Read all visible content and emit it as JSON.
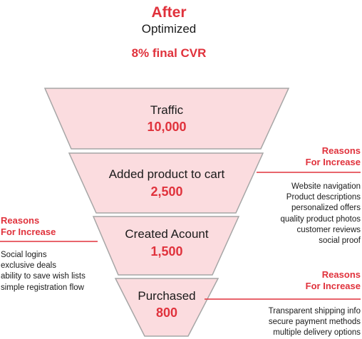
{
  "header": {
    "title": "After",
    "subtitle": "Optimized",
    "cvr": "8% final CVR"
  },
  "colors": {
    "accent": "#e0323c",
    "funnel_fill": "#fbdcdf",
    "funnel_stroke": "#a6a6a6",
    "text": "#1a1a1a"
  },
  "stages": [
    {
      "label": "Traffic",
      "value": "10,000"
    },
    {
      "label": "Added product to cart",
      "value": "2,500"
    },
    {
      "label": "Created Acount",
      "value": "1,500"
    },
    {
      "label": "Purchased",
      "value": "800"
    }
  ],
  "reasons": [
    {
      "heading_line1": "Reasons",
      "heading_line2": "For Increase",
      "items": [
        "Website navigation",
        "Product descriptions",
        "personalized offers",
        "quality product photos",
        "customer reviews",
        "social proof"
      ]
    },
    {
      "heading_line1": "Reasons",
      "heading_line2": "For Increase",
      "items": [
        "Social logins",
        "exclusive deals",
        "ability to save wish lists",
        "simple registration flow"
      ]
    },
    {
      "heading_line1": "Reasons",
      "heading_line2": "For Increase",
      "items": [
        "Transparent shipping info",
        "secure payment methods",
        "multiple delivery options"
      ]
    }
  ]
}
